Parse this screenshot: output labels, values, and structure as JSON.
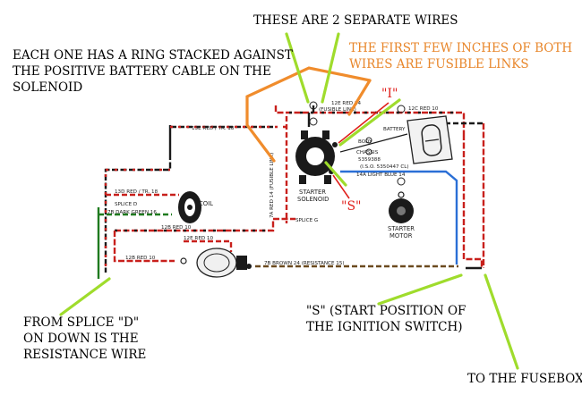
{
  "annotations": {
    "separate_wires": "THESE ARE 2 SEPARATE WIRES",
    "ring_note_1": "EACH ONE HAS A RING STACKED AGAINST",
    "ring_note_2": "THE POSITIVE BATTERY CABLE ON THE",
    "ring_note_3": "SOLENOID",
    "fusible_note_1": "THE FIRST FEW INCHES OF BOTH",
    "fusible_note_2": "WIRES ARE FUSIBLE LINKS",
    "i_marker": "\"I\"",
    "s_marker": "\"S\"",
    "splice_note_1": "FROM SPLICE \"D\"",
    "splice_note_2": "ON DOWN IS THE",
    "splice_note_3": "RESISTANCE WIRE",
    "start_note_1": "\"S\" (START POSITION OF",
    "start_note_2": "THE IGNITION SWITCH)",
    "fusebox_note": "TO THE FUSEBOX"
  },
  "diagram_labels": {
    "wire_12e_fusible": "12E RED 14",
    "fusible_link": "(FUSIBLE LINK)",
    "wire_12c": "12C RED 10",
    "battery": "BATTERY",
    "body": "BODY",
    "chassis": "CHASSIS",
    "part_5359388": "5359388",
    "part_iso": "(I.S.O. 5350447 CL)",
    "wire_14a": "14A LIGHT BLUE 14",
    "wire_13e": "13E RED / TR. 18",
    "wire_7a": "7A RED 14 (FUSIBLE LINK)",
    "starter_solenoid_1": "STARTER",
    "starter_solenoid_2": "SOLENOID",
    "starter_motor_1": "STARTER",
    "starter_motor_2": "MOTOR",
    "wire_13d": "13D RED / TR. 18",
    "splice_d": "SPLICE D",
    "wire_7b": "7B DARK GREEN 16",
    "coil": "COIL",
    "splice_g": "SPLICE G",
    "wire_12b_top": "12B RED 10",
    "wire_12e_lower": "12E RED 10",
    "wire_12b_lower": "12B RED 10",
    "wire_7b_brown": "7B BROWN 24 (RESISTANCE 15)"
  },
  "colors": {
    "red_wire": "#c8201c",
    "black_wire": "#1a1a1a",
    "green_wire": "#1e7a1e",
    "blue_wire": "#2a6fd6",
    "brown_wire": "#6b4a1f",
    "orange_arrow": "#f08c2c",
    "green_arrow": "#9fdc2c",
    "red_arrow": "#e0201c",
    "annotation_orange": "#e8862a",
    "annotation_red": "#e0201c"
  }
}
